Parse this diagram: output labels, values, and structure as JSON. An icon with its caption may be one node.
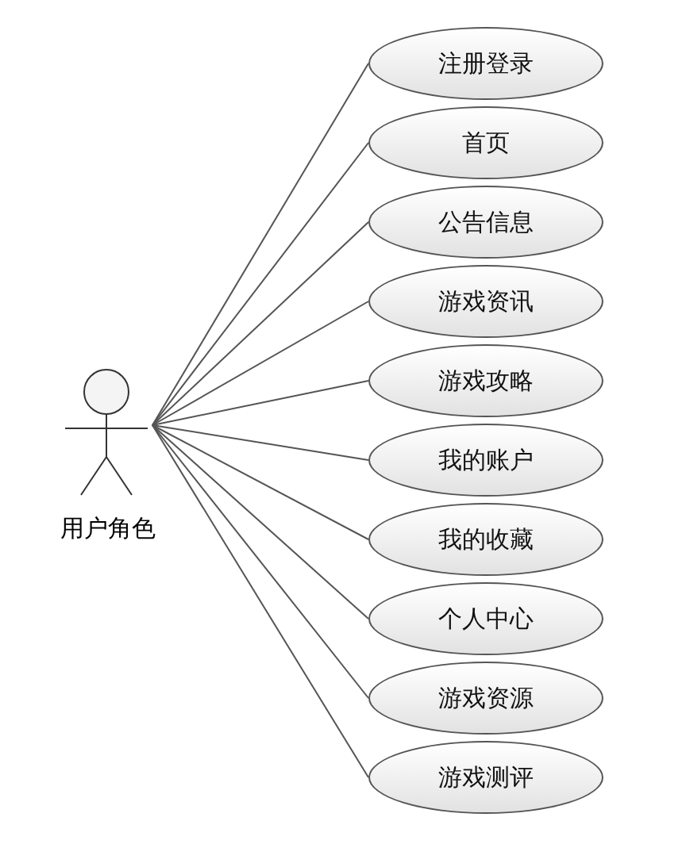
{
  "diagram": {
    "nodes": [
      {
        "text": [
          "用户角色"
        ]
      },
      {
        "text": [
          "注册登录"
        ]
      },
      {
        "text": [
          "首页"
        ]
      },
      {
        "text": [
          "公告信息"
        ]
      },
      {
        "text": [
          "游戏资讯"
        ]
      },
      {
        "text": [
          "游戏攻略"
        ]
      },
      {
        "text": [
          "我的账户"
        ]
      },
      {
        "text": [
          "我的收藏"
        ]
      },
      {
        "text": [
          "个人中心"
        ]
      },
      {
        "text": [
          "游戏资源"
        ]
      },
      {
        "text": [
          "游戏测评"
        ]
      }
    ],
    "edges": [
      {
        "from": 0,
        "to": 1,
        "arrow": "none"
      },
      {
        "from": 0,
        "to": 2,
        "arrow": "none"
      },
      {
        "from": 0,
        "to": 3,
        "arrow": "none"
      },
      {
        "from": 0,
        "to": 4,
        "arrow": "none"
      },
      {
        "from": 0,
        "to": 5,
        "arrow": "none"
      },
      {
        "from": 0,
        "to": 6,
        "arrow": "none"
      },
      {
        "from": 0,
        "to": 7,
        "arrow": "none"
      },
      {
        "from": 0,
        "to": 8,
        "arrow": "none"
      },
      {
        "from": 0,
        "to": 9,
        "arrow": "none"
      },
      {
        "from": 0,
        "to": 10,
        "arrow": "none"
      }
    ]
  }
}
